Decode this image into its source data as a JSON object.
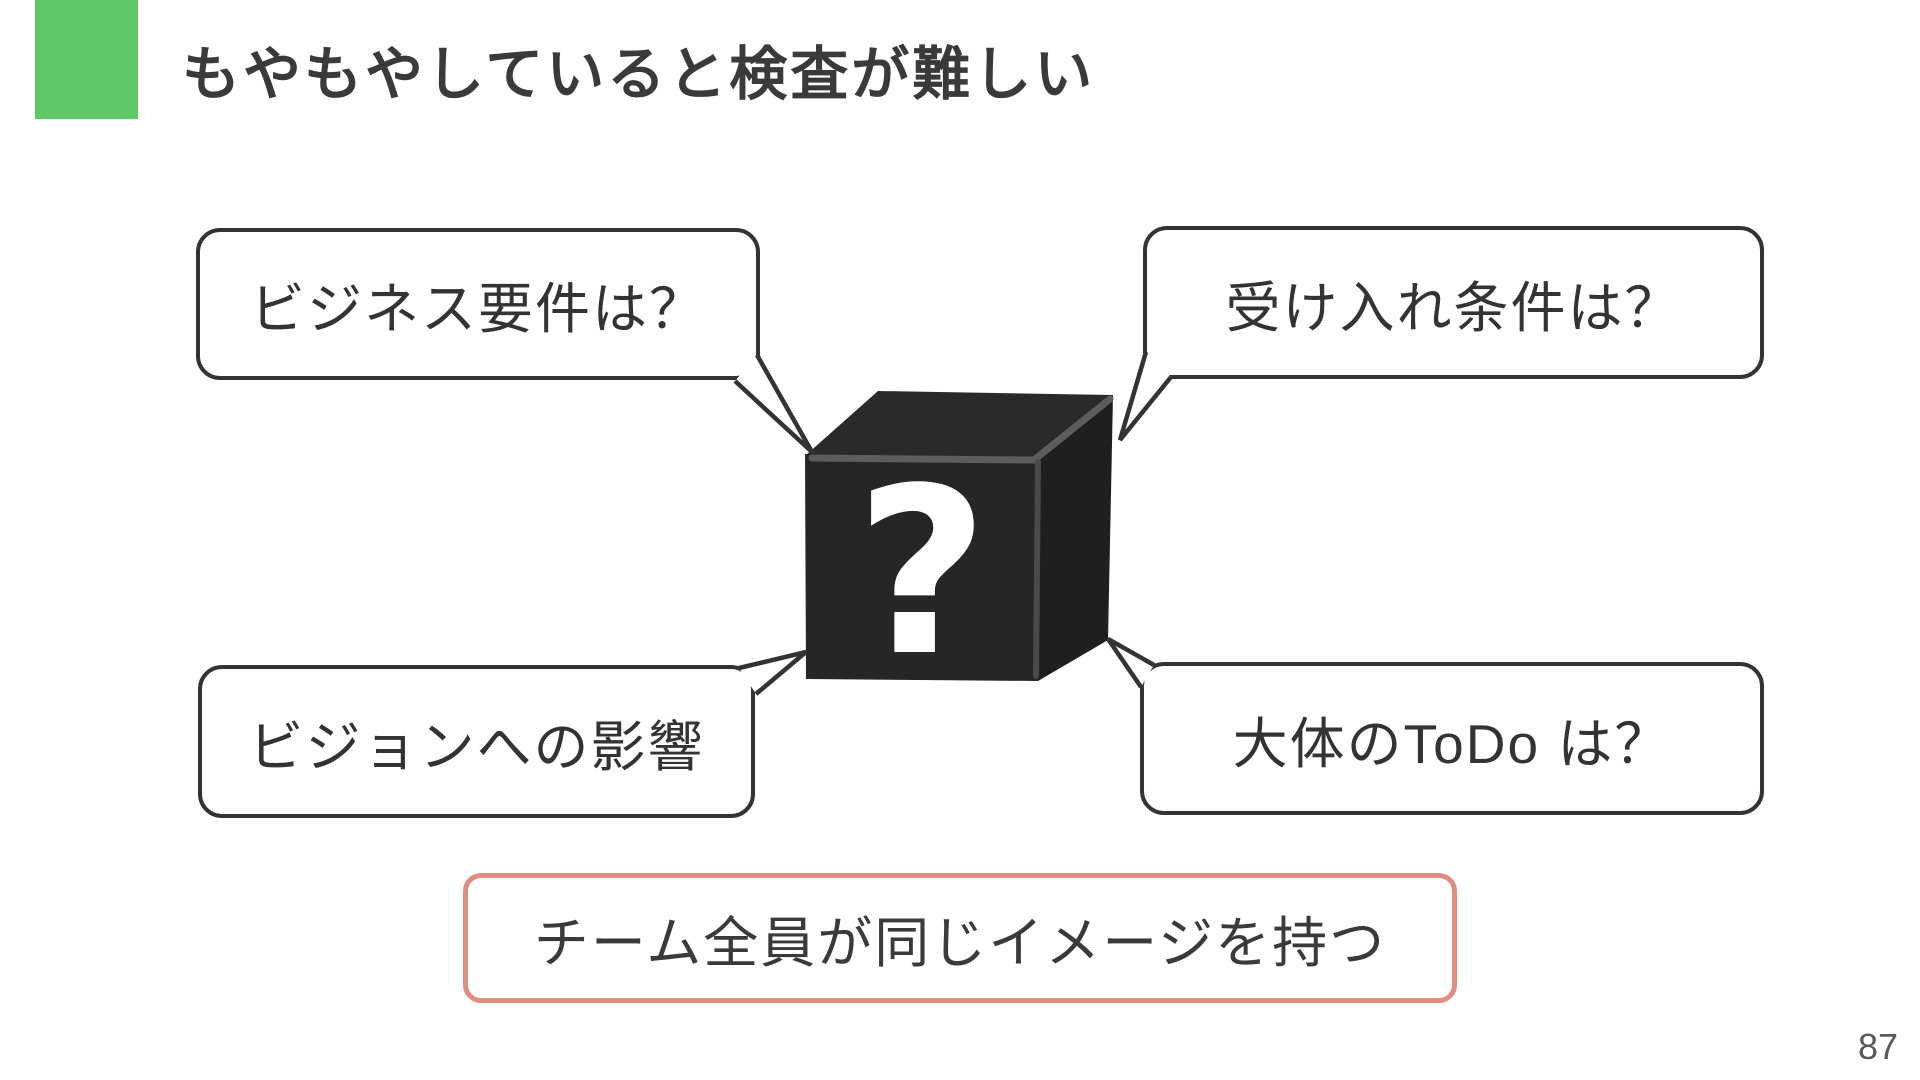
{
  "slide": {
    "title": "もやもやしていると検査が難しい",
    "page_number": "87",
    "bubbles": [
      {
        "id": "business-requirements",
        "label": "ビジネス要件は？",
        "position": "top-left"
      },
      {
        "id": "acceptance-criteria",
        "label": "受け入れ条件は？",
        "position": "top-right"
      },
      {
        "id": "vision-impact",
        "label": "ビジョンへの影響",
        "position": "bottom-left"
      },
      {
        "id": "rough-todo",
        "label": "大体のToDo は？",
        "position": "bottom-right"
      }
    ],
    "mystery_box": {
      "symbol": "?"
    },
    "conclusion": {
      "label": "チーム全員が同じイメージを持つ"
    },
    "colors": {
      "accent_green": "#5fc96a",
      "conclusion_border_salmon": "#e08e82",
      "outline_dark": "#333333",
      "box_black": "#262626",
      "title_text": "#3a3a3a",
      "page_number_gray": "#595959"
    }
  }
}
